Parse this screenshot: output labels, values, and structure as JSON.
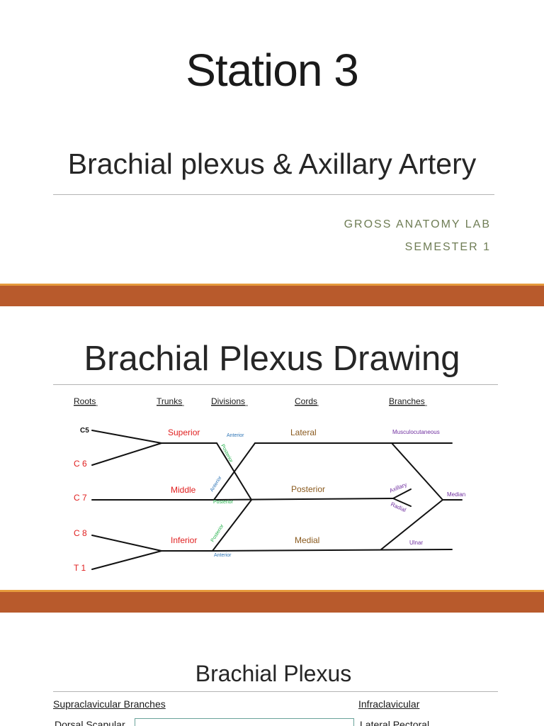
{
  "slide1": {
    "title": "Station 3",
    "subtitle": "Brachial plexus & Axillary Artery",
    "meta_line1": "GROSS ANATOMY LAB",
    "meta_line2": "SEMESTER 1"
  },
  "slide2": {
    "title": "Brachial Plexus Drawing",
    "headers": {
      "roots": "Roots",
      "trunks": "Trunks",
      "divisions": "Divisions",
      "cords": "Cords",
      "branches": "Branches"
    },
    "roots": {
      "c5": "C5",
      "c6": "C 6",
      "c7": "C 7",
      "c8": "C 8",
      "t1": "T 1"
    },
    "trunks": {
      "superior": "Superior",
      "middle": "Middle",
      "inferior": "Inferior"
    },
    "divisions": {
      "anterior": "Anterior",
      "posterior": "Posterior"
    },
    "cords": {
      "lateral": "Lateral",
      "posterior": "Posterior",
      "medial": "Medial"
    },
    "branches": {
      "musculocutaneous": "Musculocutaneous",
      "axillary": "Axillary",
      "radial": "Radial",
      "median": "Median",
      "ulnar": "Ulnar"
    },
    "colors": {
      "roots": "#e01f1f",
      "trunks": "#e01f1f",
      "anterior": "#2e75b6",
      "posterior": "#22b04a",
      "cords": "#8a5a1e",
      "branches": "#7030a0",
      "band": "#b85a2c"
    }
  },
  "slide3": {
    "title": "Brachial Plexus",
    "left_heading": "Supraclavicular Branches",
    "right_heading": "Infraclavicular",
    "left_item": "Dorsal Scapular",
    "right_item": "Lateral Pectoral"
  }
}
